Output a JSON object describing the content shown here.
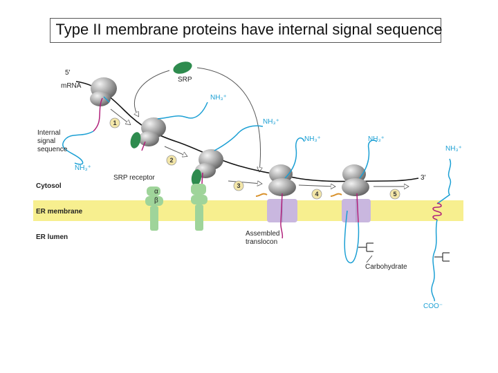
{
  "title": "Type II membrane proteins have internal signal sequence",
  "labels": {
    "five_prime": "5′",
    "three_prime": "3′",
    "mrna": "mRNA",
    "srp": "SRP",
    "internal_signal_1": "Internal",
    "internal_signal_2": "signal",
    "internal_signal_3": "sequence",
    "srp_receptor": "SRP receptor",
    "alpha": "α",
    "beta": "β",
    "cytosol": "Cytosol",
    "er_membrane": "ER membrane",
    "er_lumen": "ER lumen",
    "assembled_1": "Assembled",
    "assembled_2": "translocon",
    "carbohydrate": "Carbohydrate",
    "coo": "COO⁻"
  },
  "nh3_labels": [
    "NH₃⁺",
    "NH₃⁺",
    "NH₃⁺",
    "NH₃⁺",
    "NH₃⁺",
    "NH₃⁺"
  ],
  "steps": [
    "1",
    "2",
    "3",
    "4",
    "5"
  ],
  "colors": {
    "ribosome": "#9a9a9a",
    "srp": "#2e8b4e",
    "receptor": "#9fd49a",
    "membrane": "#f7ef8f",
    "translocon": "#c9b7df",
    "polypeptide": "#1a9fd4",
    "signal_sequence": "#b0207a",
    "step_badge": "#f3e6a8"
  }
}
